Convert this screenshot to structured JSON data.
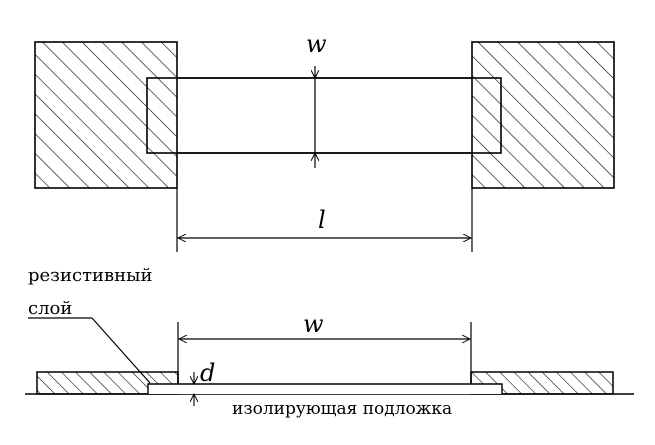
{
  "labels": {
    "width_top": "w",
    "length": "l",
    "width_bottom": "w",
    "thickness": "d",
    "resistive_layer_line1": "резистивный",
    "resistive_layer_line2": "слой",
    "substrate": "изолирующая подложка"
  },
  "colors": {
    "ink": "#000000",
    "paper": "#ffffff"
  }
}
